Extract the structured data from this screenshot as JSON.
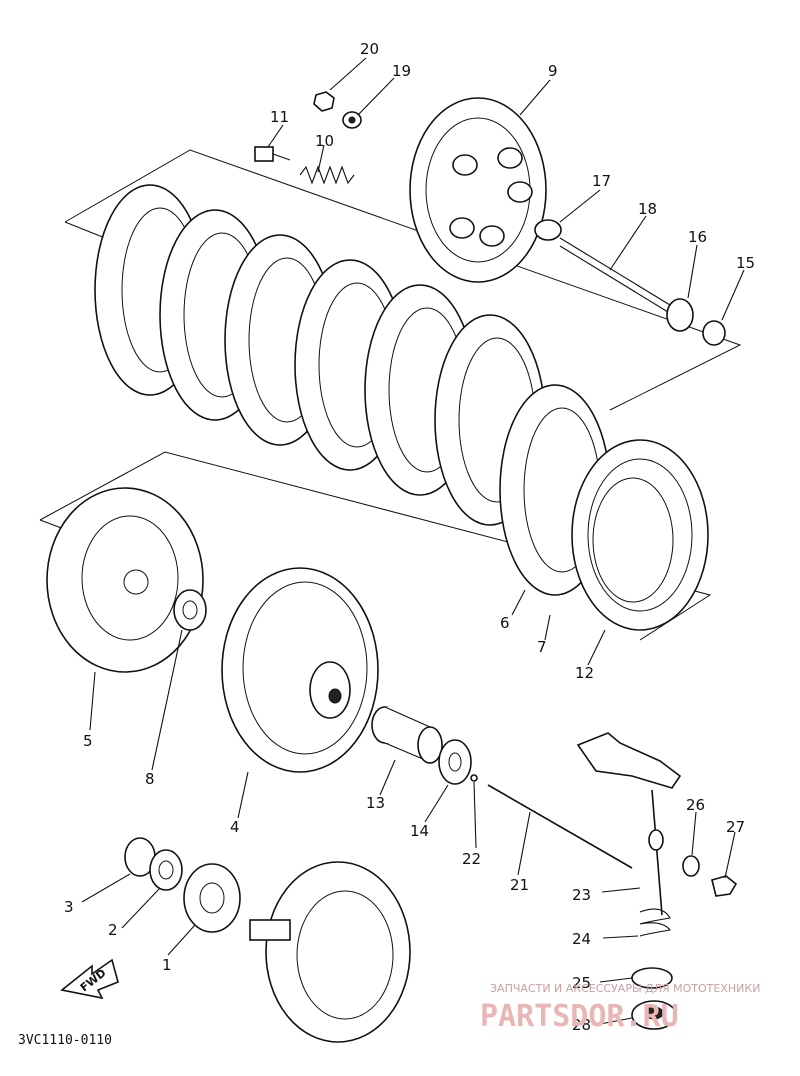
{
  "diagram": {
    "drawing_code": "3VC1110-0110",
    "direction_label": "FWD",
    "watermark": {
      "tagline": "ЗАПЧАСТИ И АКСЕССУАРЫ ДЛЯ МОТОТЕХНИКИ",
      "brand": "PARTSDOR.RU"
    },
    "callouts": [
      "1",
      "2",
      "3",
      "4",
      "5",
      "6",
      "7",
      "8",
      "9",
      "10",
      "11",
      "12",
      "13",
      "14",
      "15",
      "16",
      "17",
      "18",
      "19",
      "20",
      "21",
      "22",
      "23",
      "24",
      "25",
      "26",
      "27",
      "28"
    ]
  }
}
